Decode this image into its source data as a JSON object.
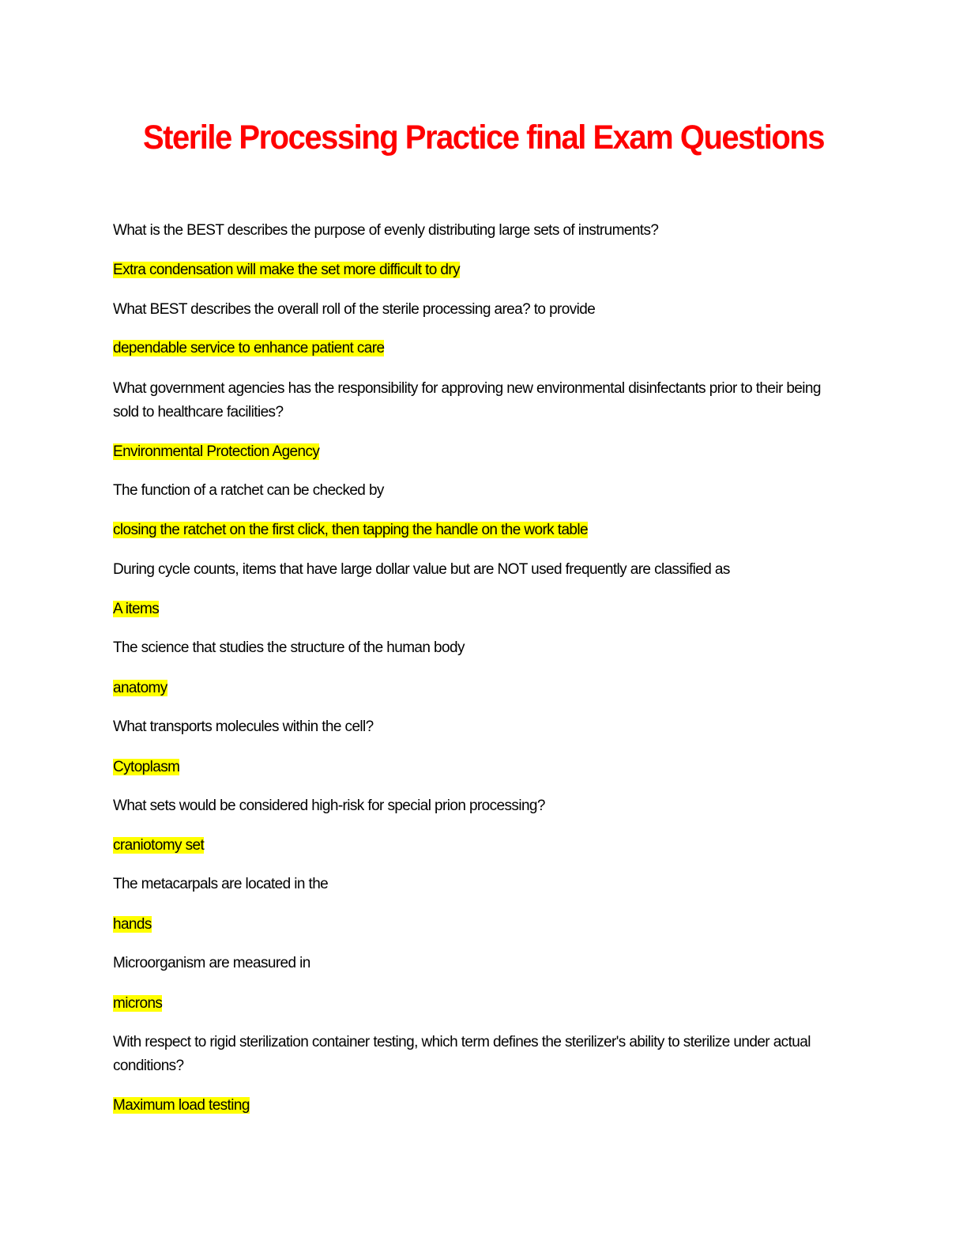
{
  "document": {
    "title": "Sterile Processing Practice final Exam Questions",
    "title_color": "#ff0000",
    "highlight_color": "#ffff00",
    "items": [
      {
        "question": "What is the BEST describes the purpose of evenly distributing large sets of instruments?",
        "answer": "Extra condensation will make the set more difficult to dry"
      },
      {
        "question": "What BEST describes the overall roll of the sterile processing area? to provide",
        "answer": "dependable service to enhance patient care"
      },
      {
        "question": "What government agencies has the responsibility for approving new environmental disinfectants prior to their being sold to healthcare facilities?",
        "answer": "Environmental Protection Agency"
      },
      {
        "question": "The function of a ratchet can be checked by",
        "answer": "closing the ratchet on the first click, then tapping the handle on the work table"
      },
      {
        "question": "During cycle counts, items that have large dollar value but are NOT used frequently are classified as",
        "answer": "A items"
      },
      {
        "question": "The science that studies the structure of the human body",
        "answer": "anatomy"
      },
      {
        "question": "What transports molecules within the cell?",
        "answer": "Cytoplasm"
      },
      {
        "question": "What sets would be considered high-risk for special prion processing?",
        "answer": "craniotomy set"
      },
      {
        "question": "The metacarpals are located in the",
        "answer": "hands"
      },
      {
        "question": "Microorganism are measured in",
        "answer": "microns"
      },
      {
        "question": "With respect to rigid sterilization container testing, which term defines the sterilizer's ability to sterilize under actual conditions?",
        "answer": "Maximum load testing"
      }
    ]
  }
}
